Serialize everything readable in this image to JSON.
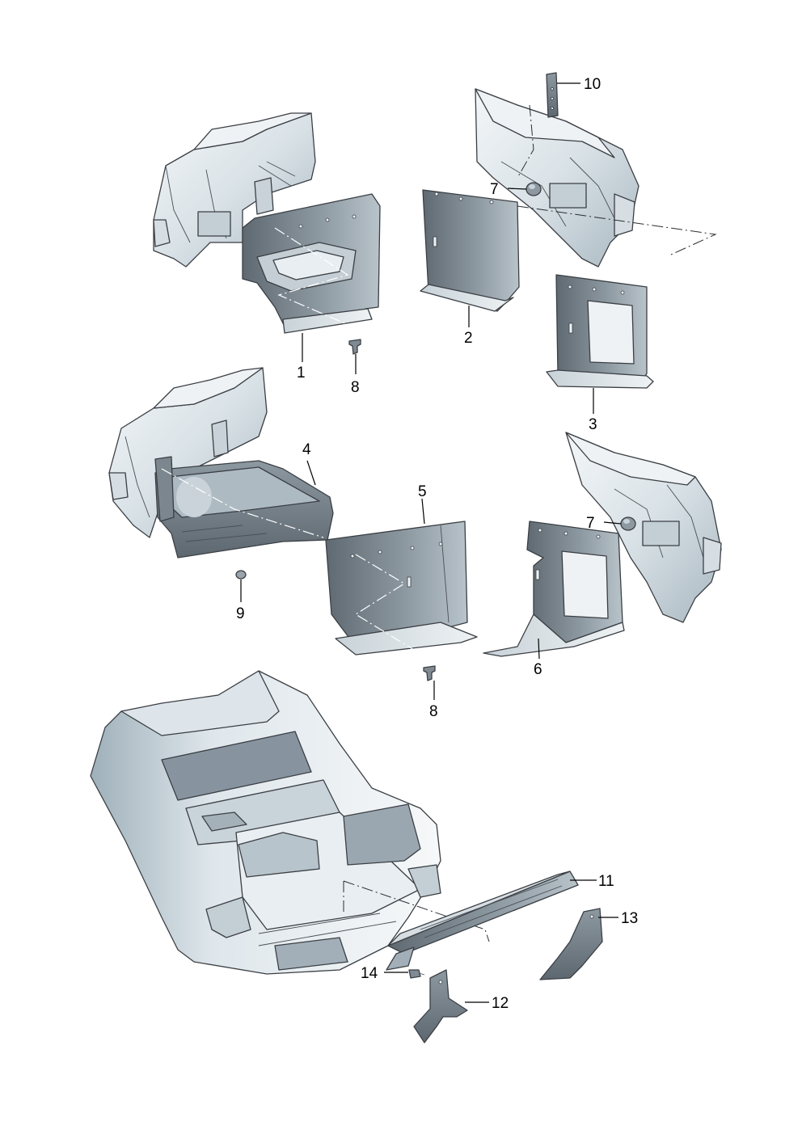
{
  "callouts": [
    {
      "id": "1",
      "text": "1"
    },
    {
      "id": "2",
      "text": "2"
    },
    {
      "id": "3",
      "text": "3"
    },
    {
      "id": "4",
      "text": "4"
    },
    {
      "id": "5",
      "text": "5"
    },
    {
      "id": "6",
      "text": "6"
    },
    {
      "id": "7a",
      "text": "7"
    },
    {
      "id": "7b",
      "text": "7"
    },
    {
      "id": "8a",
      "text": "8"
    },
    {
      "id": "8b",
      "text": "8"
    },
    {
      "id": "9",
      "text": "9"
    },
    {
      "id": "10",
      "text": "10"
    },
    {
      "id": "11",
      "text": "11"
    },
    {
      "id": "12",
      "text": "12"
    },
    {
      "id": "13",
      "text": "13"
    },
    {
      "id": "14",
      "text": "14"
    }
  ],
  "colors": {
    "panel_dark": "#6d777f",
    "panel_mid": "#9aa6ae",
    "panel_light": "#c9d3d9",
    "body_light": "#e4ebef",
    "body_shade": "#aebbc3",
    "label_ink": "#000000"
  }
}
